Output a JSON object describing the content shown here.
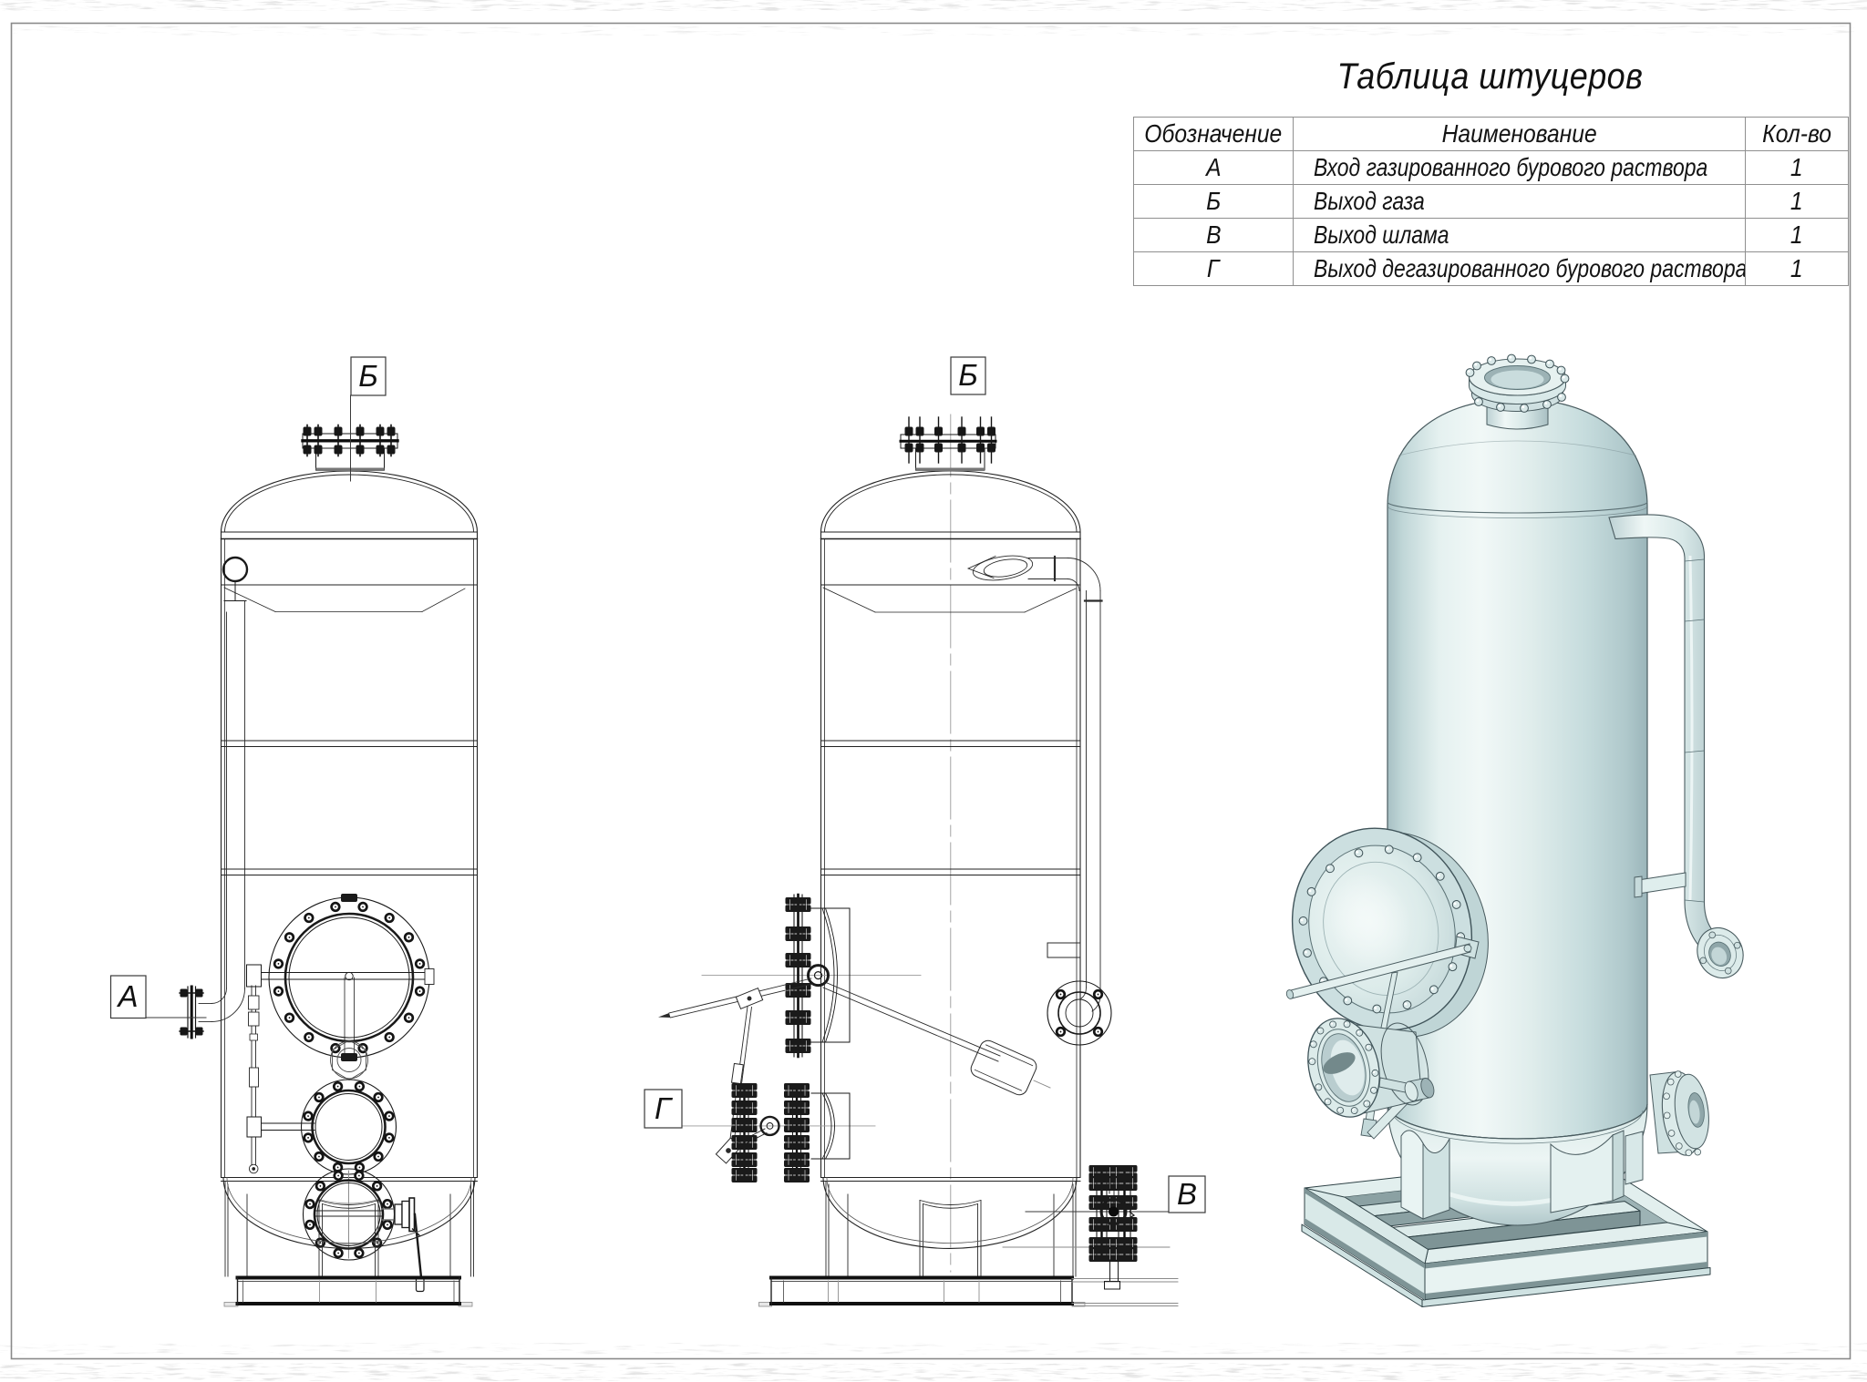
{
  "page": {
    "frame_color": "#8a8a8a",
    "background": "#ffffff",
    "line_color": "#1d1d1d",
    "aux_line_color": "#8a8a8a"
  },
  "table": {
    "title": "Таблица штуцеров",
    "columns": [
      "Обозначение",
      "Наименование",
      "Кол-во"
    ],
    "rows": [
      {
        "mark": "А",
        "name": "Вход газированного бурового раствора",
        "qty": "1"
      },
      {
        "mark": "Б",
        "name": "Выход газа",
        "qty": "1"
      },
      {
        "mark": "В",
        "name": "Выход шлама",
        "qty": "1"
      },
      {
        "mark": "Г",
        "name": "Выход дегазированного бурового раствора",
        "qty": "1"
      }
    ]
  },
  "callouts": {
    "front_gas_outlet": "Б",
    "front_inlet": "А",
    "side_gas_outlet": "Б",
    "side_mud_outlet": "Г",
    "side_sludge_outlet": "В"
  },
  "render_colors": {
    "body_light": "#eef6f5",
    "body_mid": "#d8e8e8",
    "body_dark": "#aec5c8",
    "outline": "#41535a"
  }
}
